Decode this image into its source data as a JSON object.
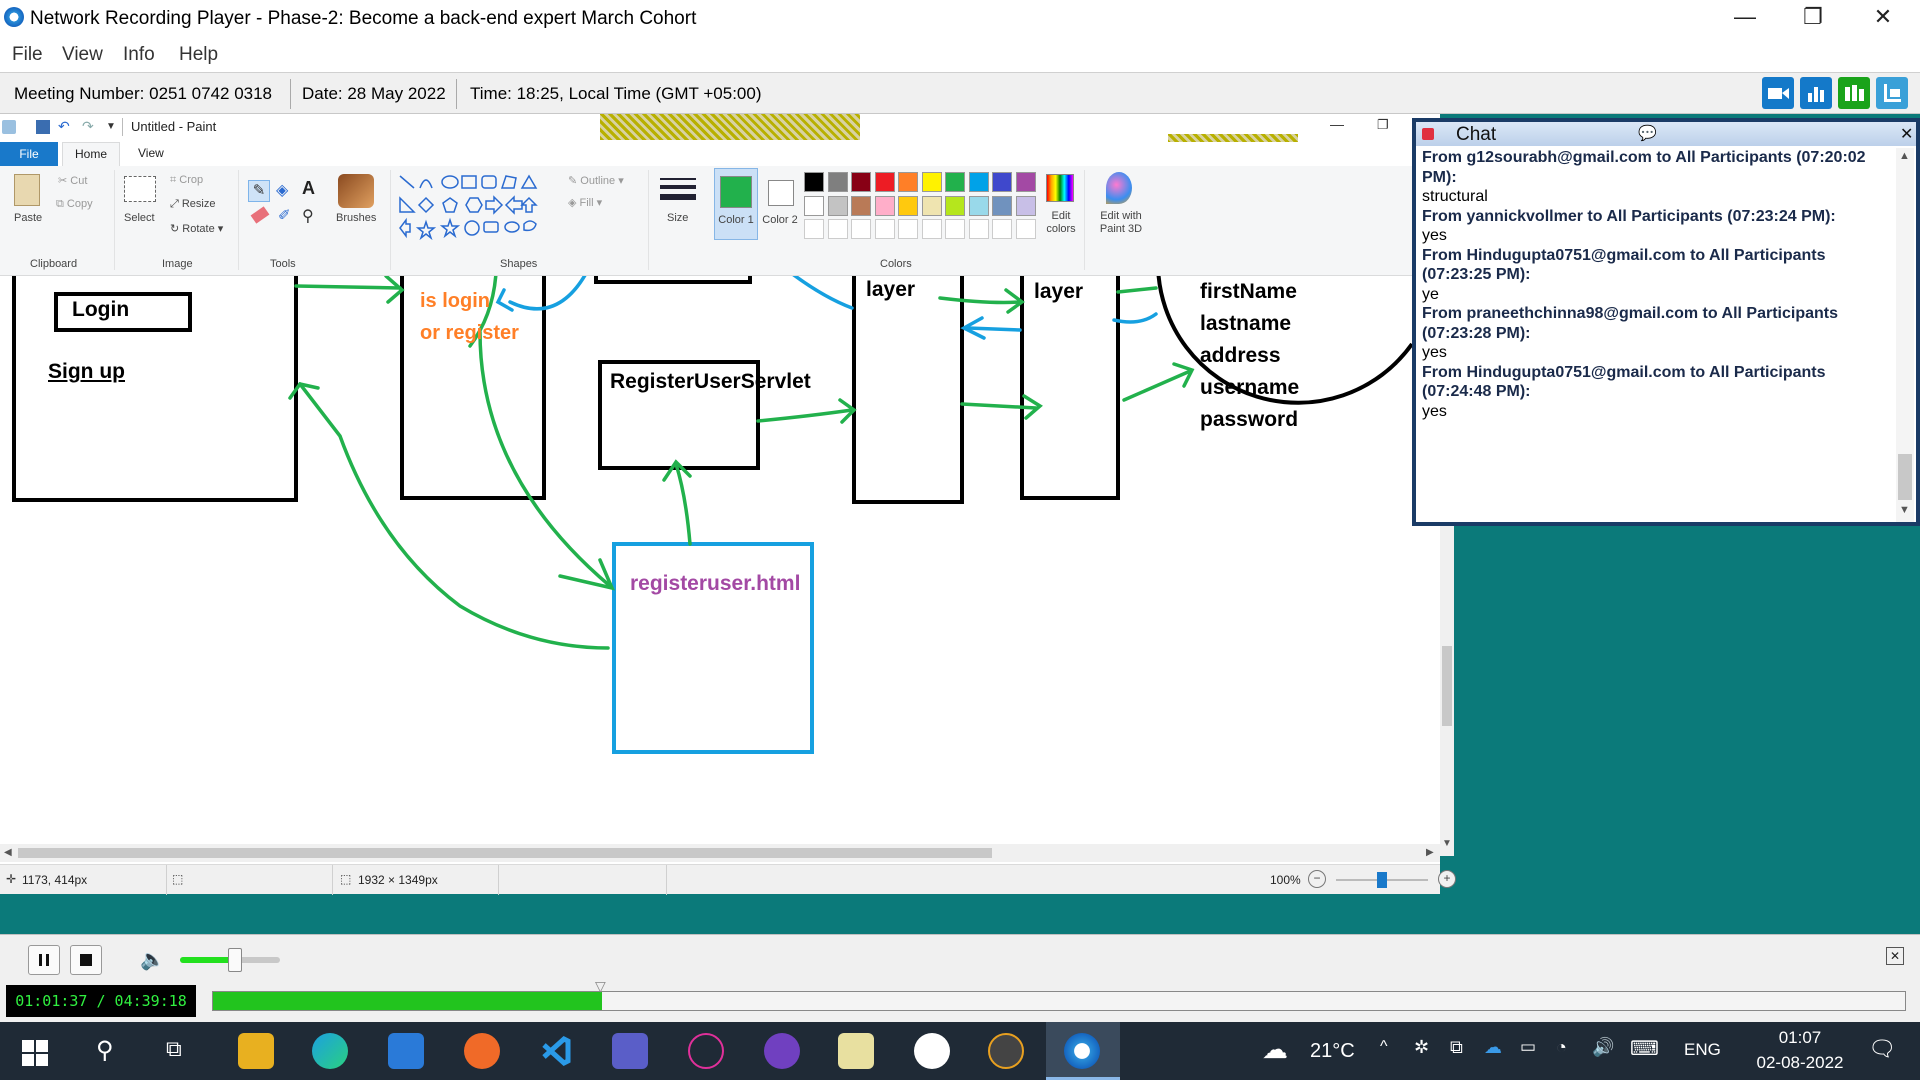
{
  "window": {
    "title": "Network Recording Player - Phase-2: Become a back-end expert March Cohort",
    "minimize": "—",
    "restore": "❐",
    "close": "✕"
  },
  "menu": [
    "File",
    "View",
    "Info",
    "Help"
  ],
  "meeting": {
    "number": "Meeting Number: 0251 0742 0318",
    "date": "Date: 28 May 2022",
    "time": "Time: 18:25, Local Time (GMT +05:00)"
  },
  "paint": {
    "title": "Untitled - Paint",
    "tabs": [
      "File",
      "Home",
      "View"
    ],
    "ribbon": {
      "paste": "Paste",
      "cut": "Cut",
      "copy": "Copy",
      "select": "Select",
      "crop": "Crop",
      "resize": "Resize",
      "rotate": "Rotate",
      "brushes": "Brushes",
      "outline": "Outline",
      "fill": "Fill",
      "size": "Size",
      "color1": "Color 1",
      "color2": "Color 2",
      "edit_colors": "Edit colors",
      "edit_paint3d": "Edit with Paint 3D",
      "groups": [
        "Clipboard",
        "Image",
        "Tools",
        "Shapes",
        "Colors"
      ]
    },
    "palette_colors": [
      "#000000",
      "#7f7f7f",
      "#880015",
      "#ed1c24",
      "#ff7f27",
      "#fff200",
      "#22b14c",
      "#00a2e8",
      "#3f48cc",
      "#a349a4",
      "#ffffff",
      "#c3c3c3",
      "#b97a57",
      "#ffaec9",
      "#ffc90e",
      "#efe4b0",
      "#b5e61d",
      "#99d9ea",
      "#7092be",
      "#c8bfe7"
    ],
    "canvas": {
      "login": "Login",
      "signup": "Sign up",
      "is_login": "is login",
      "or_register": "or register",
      "servlet": "RegisterUserServlet",
      "layer1": "layer",
      "layer2": "layer",
      "fields": [
        "firstName",
        "lastname",
        "address",
        "username",
        "password"
      ],
      "html_file": "registeruser.html"
    },
    "status": {
      "cursor": "1173, 414px",
      "size": "1932 × 1349px",
      "zoom": "100%",
      "zoom_level": 0.5
    }
  },
  "chat": {
    "title": "Chat",
    "messages": [
      {
        "sender": "From g12sourabh@gmail.com to All Participants (07:20:02 PM):",
        "text": "structural"
      },
      {
        "sender": "From yannickvollmer to All Participants (07:23:24 PM):",
        "text": "yes"
      },
      {
        "sender": "From Hindugupta0751@gmail.com to All Participants (07:23:25 PM):",
        "text": "ye"
      },
      {
        "sender": "From praneethchinna98@gmail.com to All Participants (07:23:28 PM):",
        "text": "yes"
      },
      {
        "sender": "From Hindugupta0751@gmail.com to All Participants (07:24:48 PM):",
        "text": "yes"
      }
    ]
  },
  "player": {
    "time": "01:01:37 / 04:39:18",
    "progress": 0.23,
    "volume": 0.55
  },
  "taskbar": {
    "weather": "21°C",
    "lang": "ENG",
    "clock_time": "01:07",
    "clock_date": "02-08-2022"
  },
  "colors": {
    "teal": "#0b7a7a",
    "progress_green": "#22c41e",
    "chat_border": "#1a3b66"
  }
}
